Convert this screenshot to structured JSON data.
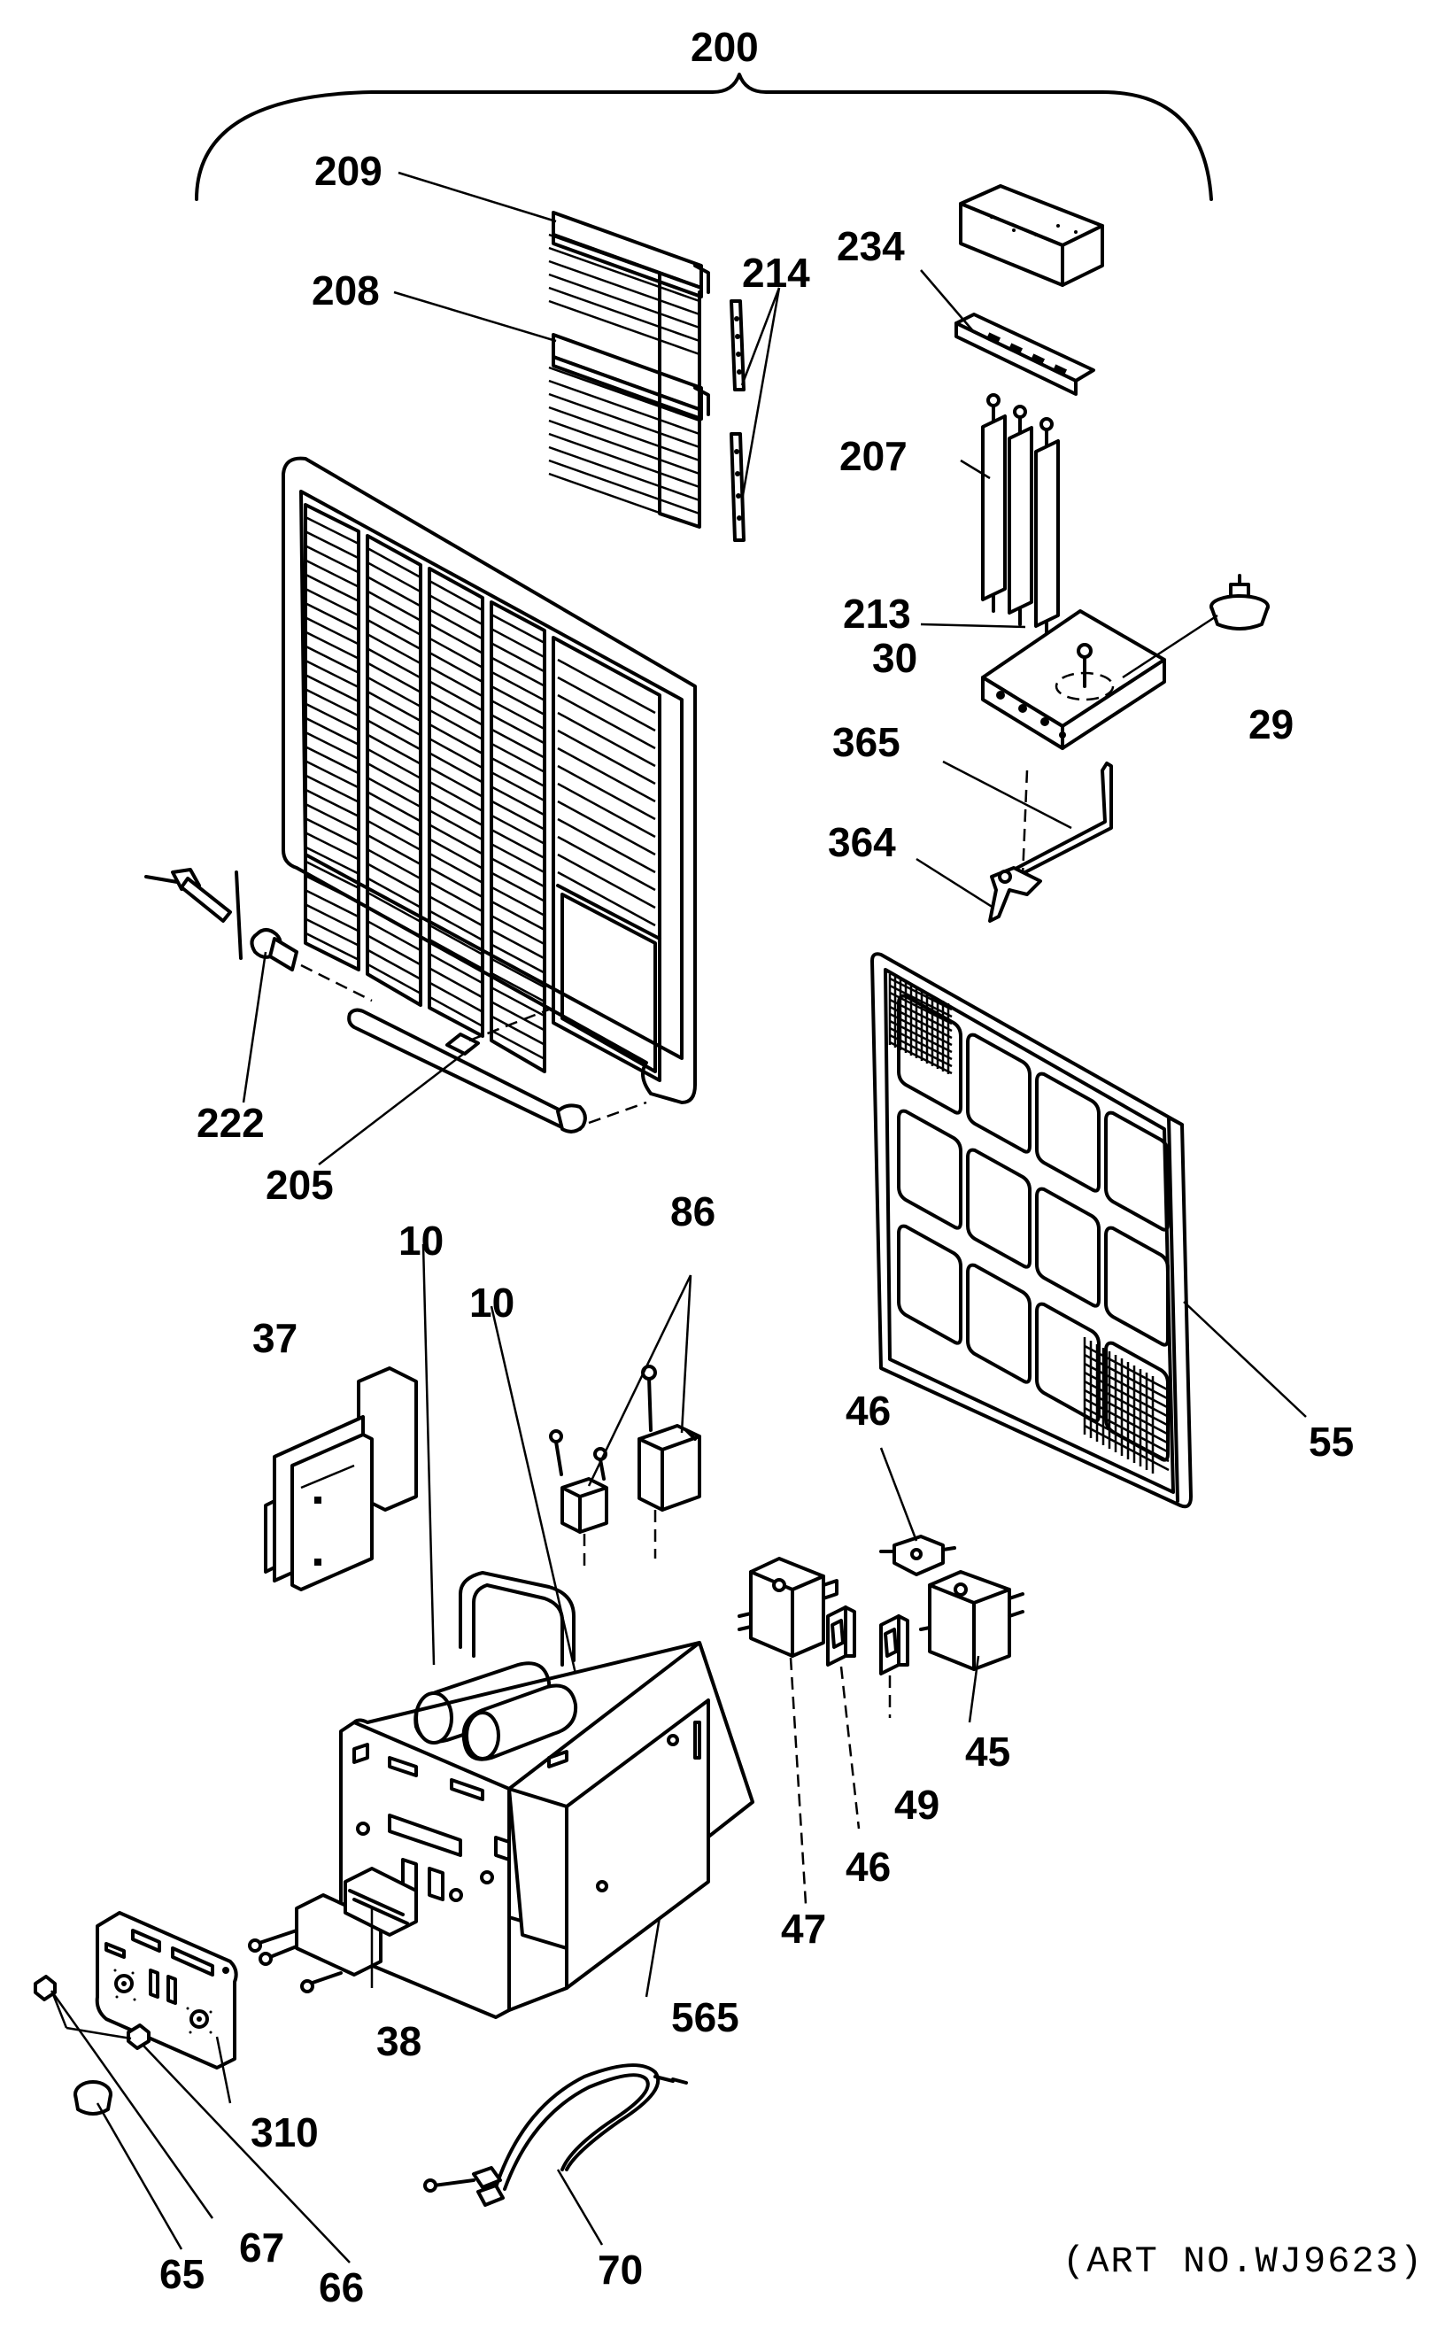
{
  "labels": {
    "p200": "200",
    "p209": "209",
    "p208": "208",
    "p214": "214",
    "p234": "234",
    "p207": "207",
    "p213": "213",
    "p30": "30",
    "p29": "29",
    "p365": "365",
    "p364": "364",
    "p222": "222",
    "p205": "205",
    "p55": "55",
    "p10a": "10",
    "p10b": "10",
    "p86": "86",
    "p37": "37",
    "p46a": "46",
    "p45": "45",
    "p49": "49",
    "p46b": "46",
    "p47": "47",
    "p565": "565",
    "p38": "38",
    "p310": "310",
    "p65": "65",
    "p67": "67",
    "p66": "66",
    "p70": "70"
  },
  "art_number": "(ART NO.WJ9623)"
}
